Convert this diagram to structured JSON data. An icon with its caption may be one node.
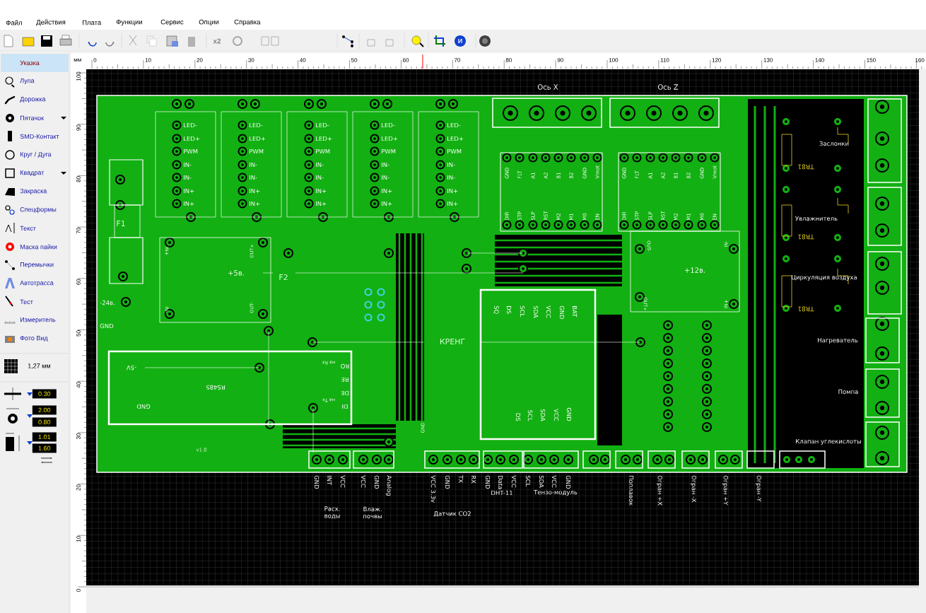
{
  "diagram": {
    "labels": [
      "Файл",
      "Действия",
      "Плата",
      "Функции",
      "Сервис",
      "Опции",
      "Справка",
      "Указка",
      "Лупа",
      "Дорожка",
      "Пятачок",
      "SMD-Контакт",
      "Круг / Дуга",
      "Квадрат",
      "Закраска",
      "Спецформы",
      "Текст",
      "Маска пайки",
      "Перемычки",
      "Автотрасса",
      "Тест",
      "Измеритель",
      "Фото Вид",
      "1,27 мм",
      "0.30",
      "2.00",
      "0.80",
      "1.01",
      "1.60",
      "мм",
      "0",
      "10",
      "20",
      "30",
      "40",
      "50",
      "60",
      "70",
      "80",
      "90",
      "100",
      "110",
      "120",
      "130",
      "140",
      "150",
      "160",
      "100",
      "90",
      "80",
      "70",
      "60",
      "50",
      "40",
      "30",
      "20",
      "10",
      "0",
      "Ось X",
      "Ось Z",
      "LED-",
      "LED+",
      "PWM",
      "IN-",
      "IN-",
      "IN+",
      "IN+",
      "LED-",
      "LED+",
      "PWM",
      "IN-",
      "IN-",
      "IN+",
      "IN+",
      "LED-",
      "LED+",
      "PWM",
      "IN-",
      "IN-",
      "IN+",
      "IN+",
      "LED-",
      "LED+",
      "PWM",
      "IN-",
      "IN-",
      "IN+",
      "IN+",
      "LED-",
      "LED+",
      "PWM",
      "IN-",
      "IN-",
      "IN+",
      "IN+",
      "GND",
      "FLT",
      "A1",
      "A2",
      "B1",
      "B2",
      "GND",
      "Vmot",
      "DIR",
      "STP",
      "SLP",
      "RST",
      "M2",
      "M1",
      "M0",
      "EN",
      "GND",
      "FLT",
      "A1",
      "A2",
      "B1",
      "B2",
      "GND",
      "Vmot",
      "DIR",
      "STP",
      "SLP",
      "RST",
      "M2",
      "M1",
      "M0",
      "EN",
      "+5в.",
      "IN+",
      "IN-",
      "OUT+",
      "OUT-",
      "+12в.",
      "OUT-",
      "IN-",
      "OUT+",
      "IN+",
      "F1",
      "F2",
      "-24в.",
      "GND",
      "RS485",
      "-5V",
      "GND",
      "RO",
      "RE",
      "DE",
      "DI",
      "на Rx",
      "на Tx",
      "SQ",
      "DS",
      "SCL",
      "SDA",
      "VCC",
      "GND",
      "BAT",
      "DS",
      "SCL",
      "SDA",
      "VCC",
      "GND",
      "GND",
      "TR81",
      "TR81",
      "TR81",
      "Заслонки",
      "Увлажнитель",
      "Циркуляция воздуха",
      "Нагреватель",
      "Помпа",
      "Клапан углекислоты",
      "GND",
      "INT",
      "VCC",
      "VCC",
      "GND",
      "Analog",
      "VCC 3.3v",
      "GND",
      "TX",
      "RX",
      "GND",
      "Data",
      "VCC",
      "SCL",
      "SDA",
      "VCC",
      "GND",
      "Поплавок",
      "Огран +X",
      "Огран -X",
      "Огран +Y",
      "Огран -Y",
      "Расх. воды",
      "Влаж. почвы",
      "Датчик CO2",
      "DHT-11",
      "Тензо-модуль",
      "КРЕНГ",
      "v1.0",
      "x2",
      "И"
    ]
  }
}
